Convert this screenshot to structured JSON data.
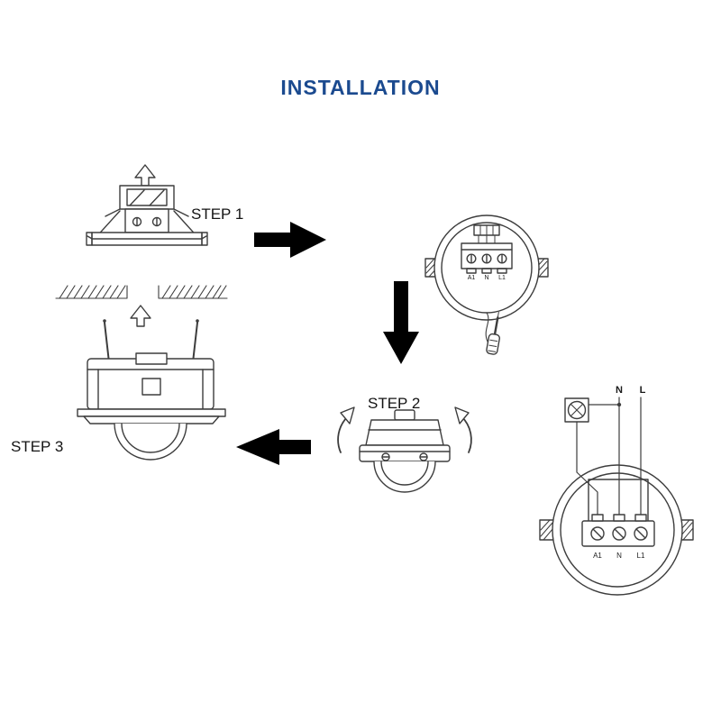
{
  "title": "INSTALLATION",
  "steps": {
    "step1": "STEP 1",
    "step2": "STEP 2",
    "step3": "STEP 3"
  },
  "wiring": {
    "neutral_label": "N",
    "live_label": "L",
    "terminals": [
      "A1",
      "N",
      "L1"
    ]
  },
  "colors": {
    "title": "#1b4a8f",
    "line": "#3d3d3d",
    "arrow": "#000000"
  }
}
